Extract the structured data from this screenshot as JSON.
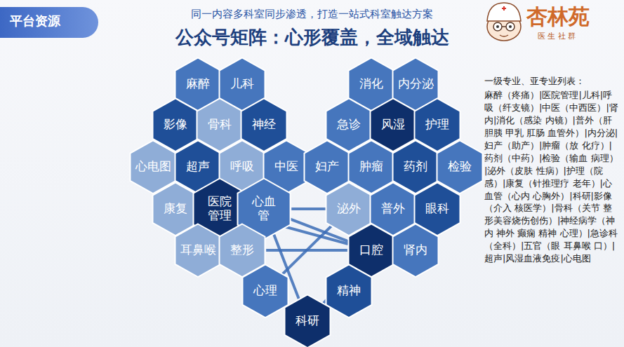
{
  "diagram": {
    "title": "公众号矩阵：心形覆盖，全域触达",
    "nodes": [
      {
        "text": [
          "麻醉"
        ]
      },
      {
        "text": [
          "儿科"
        ]
      },
      {
        "text": [
          "消化"
        ]
      },
      {
        "text": [
          "内分泌"
        ]
      },
      {
        "text": [
          "影像"
        ]
      },
      {
        "text": [
          "骨科"
        ]
      },
      {
        "text": [
          "神经"
        ]
      },
      {
        "text": [
          "急诊"
        ]
      },
      {
        "text": [
          "风湿"
        ]
      },
      {
        "text": [
          "护理"
        ]
      },
      {
        "text": [
          "心电图"
        ]
      },
      {
        "text": [
          "超声"
        ]
      },
      {
        "text": [
          "呼吸"
        ]
      },
      {
        "text": [
          "中医"
        ]
      },
      {
        "text": [
          "妇产"
        ]
      },
      {
        "text": [
          "肿瘤"
        ]
      },
      {
        "text": [
          "药剂"
        ]
      },
      {
        "text": [
          "检验"
        ]
      },
      {
        "text": [
          "康复"
        ]
      },
      {
        "text": [
          "医院管理"
        ]
      },
      {
        "text": [
          "心血管"
        ]
      },
      {
        "text": [
          "泌外"
        ]
      },
      {
        "text": [
          "普外"
        ]
      },
      {
        "text": [
          "眼科"
        ]
      },
      {
        "text": [
          "耳鼻喉"
        ]
      },
      {
        "text": [
          "整形"
        ]
      },
      {
        "text": [
          "口腔"
        ]
      },
      {
        "text": [
          "肾内"
        ]
      },
      {
        "text": [
          "心理"
        ]
      },
      {
        "text": [
          "精神"
        ]
      },
      {
        "text": [
          "科研"
        ]
      }
    ],
    "edges": [
      {
        "from": 19,
        "to": 26,
        "arrow": "none"
      },
      {
        "from": 20,
        "to": 26,
        "arrow": "none"
      },
      {
        "from": 20,
        "to": 30,
        "arrow": "none"
      },
      {
        "from": 25,
        "to": 26,
        "arrow": "none"
      },
      {
        "from": 21,
        "to": 28,
        "arrow": "none"
      },
      {
        "from": 26,
        "to": 30,
        "arrow": "none"
      },
      {
        "from": 20,
        "to": 22,
        "arrow": "none"
      }
    ],
    "labels": [
      "平台资源",
      "同一内容多科室同步渗透，打造一站式科室触达方案",
      "杏林苑",
      "医 生 社 群",
      "一级专业、亚专业列表：",
      "麻醉（疼痛）|医院管理|儿科|呼吸（纤支镜）|中医（中西医）|肾内|消化（感染 内镜）|普外（肝胆胰 甲乳 肛肠 血管外）|内分泌|妇产（助产）|肿瘤（放 化疗）|药剂（中药）|检验（输血 病理）|泌外（皮肤 性病）|护理（院感）|康复（针推理疗 老年）|心血管（心内 心胸外）|科研|影像（介入 核医学）|骨科（关节 整形美容烧伤创伤）|神经病学（神内 神外 癫痫 精神 心理）|急诊科（全科）|五官（眼 耳鼻喉 口）|超声|风湿血液免疫|心电图"
    ]
  }
}
